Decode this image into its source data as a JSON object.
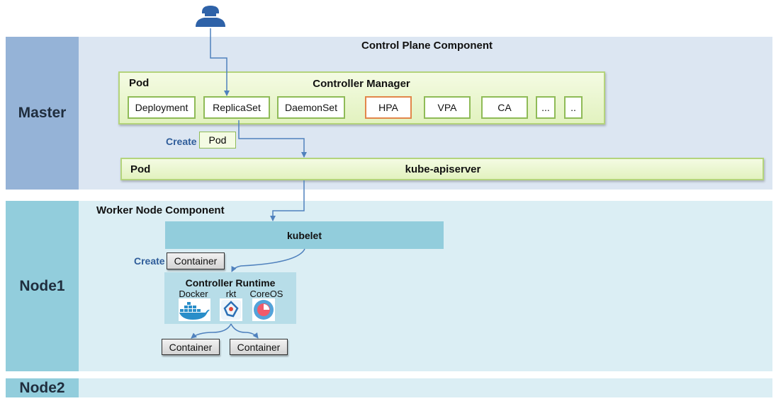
{
  "master": {
    "side_label": "Master",
    "title": "Control Plane Component",
    "controller_manager": {
      "pod_label": "Pod",
      "title": "Controller Manager",
      "controllers": [
        "Deployment",
        "ReplicaSet",
        "DaemonSet",
        "HPA",
        "VPA",
        "CA",
        "...",
        ".."
      ]
    },
    "create_label": "Create",
    "created_pod": "Pod",
    "apiserver": {
      "pod_label": "Pod",
      "title": "kube-apiserver"
    }
  },
  "node1": {
    "side_label": "Node1",
    "title": "Worker Node Component",
    "kubelet": "kubelet",
    "create_label": "Create",
    "created_container": "Container",
    "runtime": {
      "title": "Controller Runtime",
      "engines": [
        {
          "name": "Docker",
          "icon": "docker-icon"
        },
        {
          "name": "rkt",
          "icon": "rkt-icon"
        },
        {
          "name": "CoreOS",
          "icon": "coreos-icon"
        }
      ]
    },
    "containers": [
      "Container",
      "Container"
    ]
  },
  "node2": {
    "side_label": "Node2"
  },
  "colors": {
    "arrow": "#4f81bd",
    "master_side": "#95b3d7",
    "node_side": "#92cddc",
    "kubelet": "#92cddc",
    "green_border": "#b4d47c",
    "hpa_border": "#e2864a"
  }
}
